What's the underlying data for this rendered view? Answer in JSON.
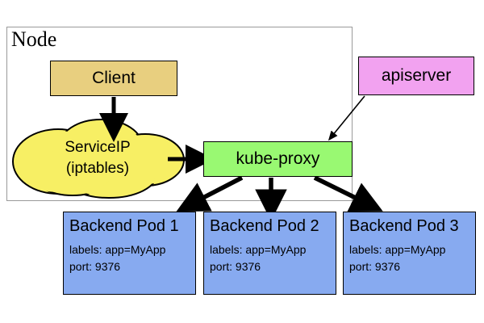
{
  "diagram": {
    "title_label": "Node",
    "colors": {
      "client_fill": "#e8cf7f",
      "cloud_fill": "#f7ef64",
      "proxy_fill": "#99f972",
      "apiserver_fill": "#f2a2f0",
      "pod_fill": "#87aaf0",
      "stroke": "#000000",
      "node_border": "#9a9a9a"
    },
    "nodes": {
      "client": {
        "label": "Client"
      },
      "service_ip": {
        "line1": "ServiceIP",
        "line2": "(iptables)"
      },
      "kube_proxy": {
        "label": "kube-proxy"
      },
      "apiserver": {
        "label": "apiserver"
      }
    },
    "pods": [
      {
        "title": "Backend Pod 1",
        "labels": "labels: app=MyApp",
        "port": "port: 9376"
      },
      {
        "title": "Backend Pod 2",
        "labels": "labels: app=MyApp",
        "port": "port: 9376"
      },
      {
        "title": "Backend Pod 3",
        "labels": "labels: app=MyApp",
        "port": "port: 9376"
      }
    ],
    "edges": [
      {
        "name": "client-to-serviceip"
      },
      {
        "name": "serviceip-to-kube-proxy"
      },
      {
        "name": "apiserver-to-kube-proxy"
      },
      {
        "name": "kube-proxy-to-pod-1"
      },
      {
        "name": "kube-proxy-to-pod-2"
      },
      {
        "name": "kube-proxy-to-pod-3"
      }
    ]
  }
}
